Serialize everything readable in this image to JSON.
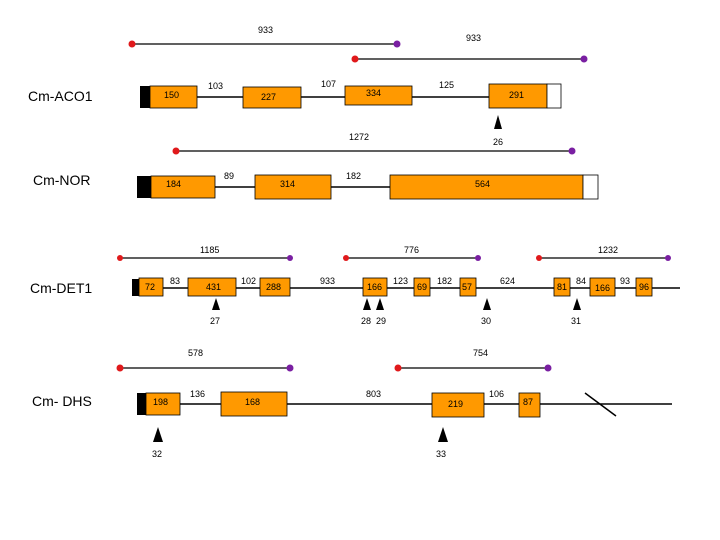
{
  "colors": {
    "exon": "#FF9900",
    "line": "#000000",
    "dot_red": "#E0191B",
    "dot_purple": "#7A1FA2",
    "utr": "#FFFFFF",
    "start": "#000000"
  },
  "genes": [
    {
      "name": "Cm-ACO1",
      "spans": [
        "933",
        "933"
      ],
      "exons": [
        "150",
        "227",
        "334",
        "291"
      ],
      "introns": [
        "103",
        "107",
        "125"
      ],
      "markers": [
        "26"
      ]
    },
    {
      "name": "Cm-NOR",
      "spans": [
        "1272"
      ],
      "exons": [
        "184",
        "314",
        "564"
      ],
      "introns": [
        "89",
        "182"
      ],
      "markers": []
    },
    {
      "name": "Cm-DET1",
      "spans": [
        "1185",
        "776",
        "1232"
      ],
      "exons": [
        "72",
        "431",
        "288",
        "166",
        "69",
        "57",
        "81",
        "166",
        "96"
      ],
      "introns": [
        "83",
        "102",
        "933",
        "123",
        "182",
        "624",
        "84",
        "93"
      ],
      "markers": [
        "27",
        "28",
        "29",
        "30",
        "31"
      ]
    },
    {
      "name": "Cm- DHS",
      "spans": [
        "578",
        "754"
      ],
      "exons": [
        "198",
        "168",
        "219",
        "87"
      ],
      "introns": [
        "136",
        "803",
        "106"
      ],
      "markers": [
        "32",
        "33"
      ]
    }
  ]
}
